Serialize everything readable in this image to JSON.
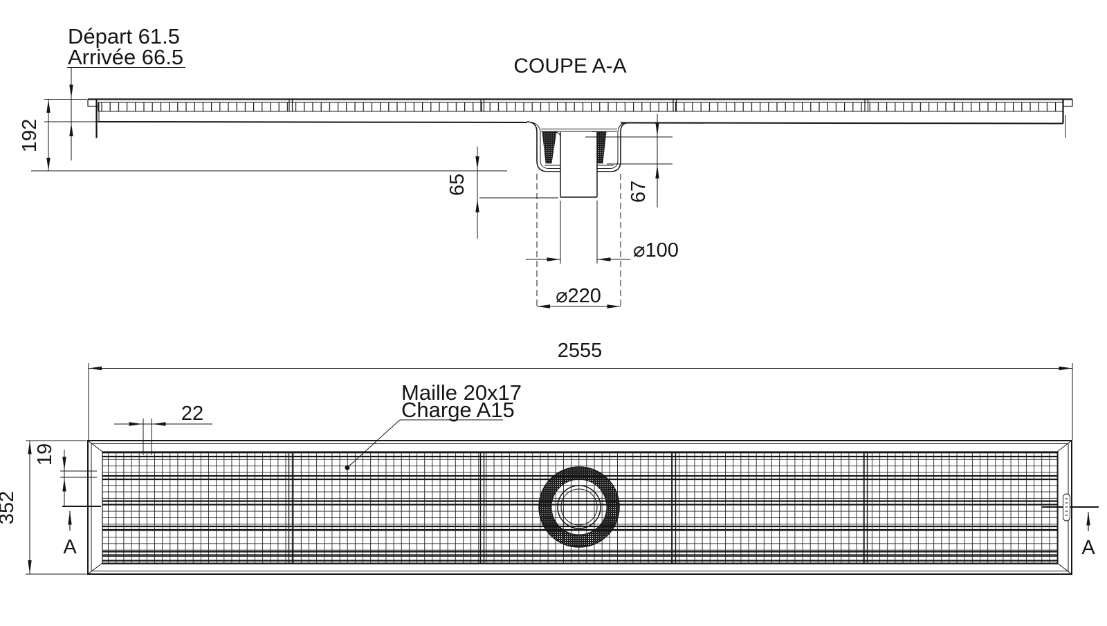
{
  "colors": {
    "line": "#151515",
    "background": "#ffffff"
  },
  "section_view": {
    "title": "COUPE A-A",
    "note_depart": "Départ 61.5",
    "note_arrivee": "Arrivée 66.5",
    "dim_total_height": "192",
    "dim_outlet_drop": "65",
    "dim_basket_height": "67",
    "dim_outlet_diameter": "⌀100",
    "dim_sump_diameter": "⌀220"
  },
  "plan_view": {
    "dim_total_length": "2555",
    "dim_total_width": "352",
    "dim_edge_offset": "22",
    "dim_mesh_offset": "19",
    "note_mesh": "Maille 20x17",
    "note_load": "Charge A15",
    "section_marker_left": "A",
    "section_marker_right": "A"
  }
}
